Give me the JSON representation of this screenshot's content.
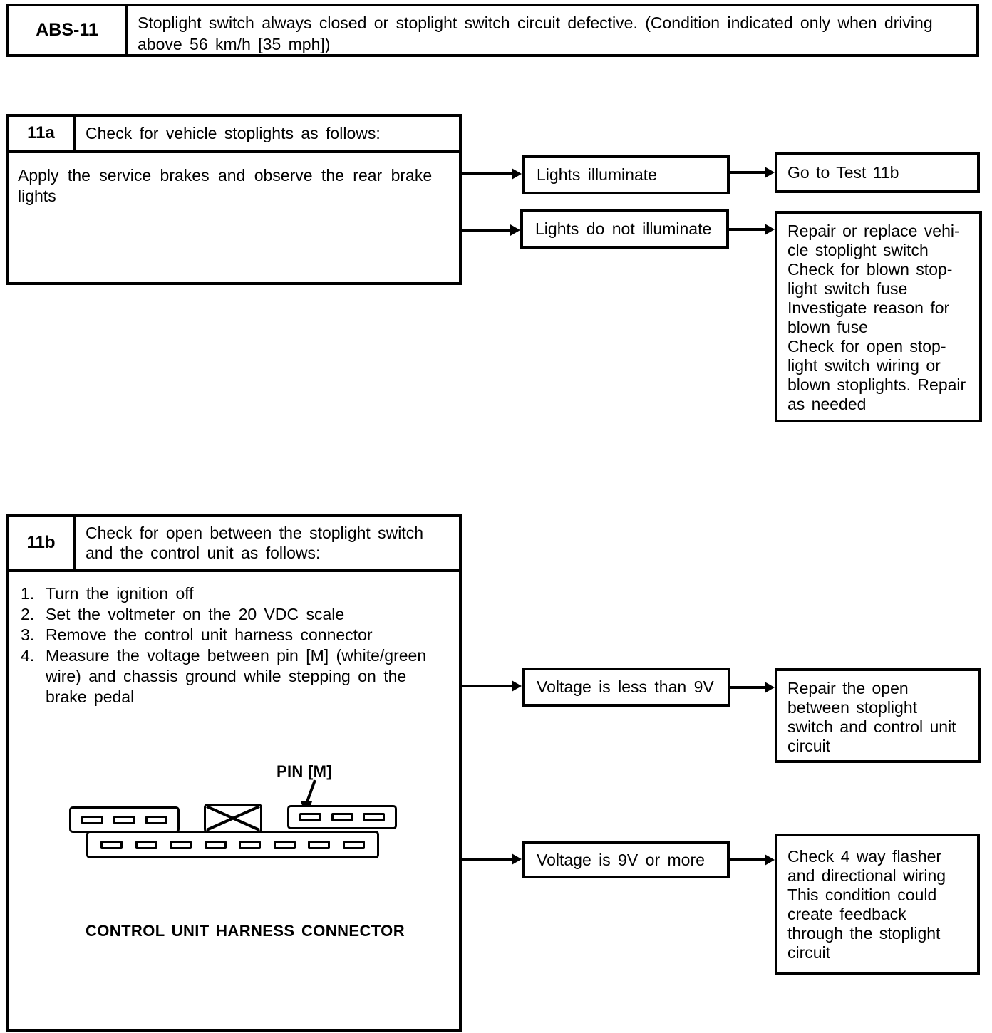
{
  "page": {
    "background": "#ffffff",
    "ink": "#000000"
  },
  "header": {
    "code": "ABS-11",
    "description": "Stoplight switch always closed or stoplight switch circuit defective. (Condition indicated only when driving\nabove 56 km/h [35 mph])"
  },
  "tests": [
    {
      "id": "11a",
      "title": "Check for vehicle stoplights as follows:",
      "procedure": "Apply the service brakes and observe the rear brake\nlights",
      "outcomes": [
        {
          "condition": "Lights illuminate",
          "action": "Go to Test 11b"
        },
        {
          "condition": "Lights do not illuminate",
          "action": "Repair or replace vehi-\ncle stoplight switch\nCheck for blown stop-\nlight switch fuse\nInvestigate reason for\nblown fuse\nCheck for open stop-\nlight switch wiring or\nblown stoplights. Repair\nas needed"
        }
      ]
    },
    {
      "id": "11b",
      "title": "Check for open between the stoplight switch\nand the control unit as follows:",
      "steps": [
        {
          "n": "1.",
          "text": "Turn the ignition off"
        },
        {
          "n": "2.",
          "text": "Set the voltmeter on the 20 VDC scale"
        },
        {
          "n": "3.",
          "text": "Remove the control unit harness connector"
        },
        {
          "n": "4.",
          "text": "Measure the voltage between pin [M] (white/green\nwire) and chassis ground while stepping on the\nbrake pedal"
        }
      ],
      "diagram": {
        "pin_label": "PIN [M]",
        "caption": "CONTROL UNIT HARNESS CONNECTOR",
        "top_left_pins": 3,
        "top_right_pins": 3,
        "bottom_pins": 8
      },
      "outcomes": [
        {
          "condition": "Voltage is less than 9V",
          "action": "Repair the open\nbetween stoplight\nswitch and control unit\ncircuit"
        },
        {
          "condition": "Voltage is 9V or more",
          "action": "Check 4 way flasher\nand directional wiring\nThis condition could\ncreate feedback\nthrough the stoplight\ncircuit"
        }
      ]
    }
  ]
}
